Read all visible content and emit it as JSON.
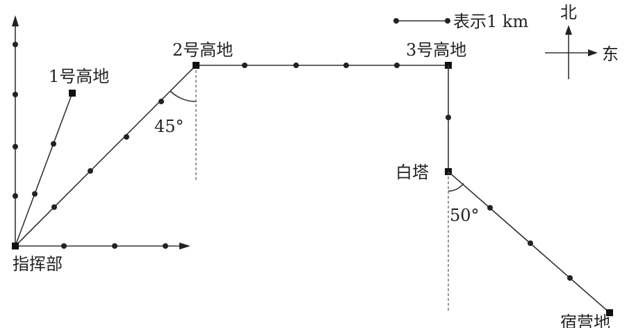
{
  "labels": {
    "hq": "指挥部",
    "hill1": "1号高地",
    "hill2": "2号高地",
    "hill3": "3号高地",
    "white_tower": "白塔",
    "camp": "宿营地",
    "angle_45": "45°",
    "angle_50": "50°",
    "scale_text": "表示1 km",
    "north": "北",
    "east": "东"
  },
  "colors": {
    "ink": "#222222",
    "background": "#ffffff"
  }
}
